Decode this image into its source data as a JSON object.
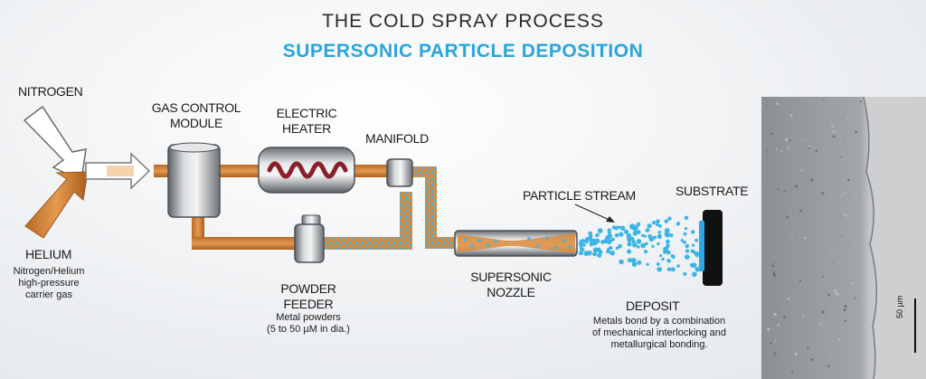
{
  "title": "THE COLD SPRAY PROCESS",
  "subtitle": "SUPERSONIC PARTICLE DEPOSITION",
  "colors": {
    "title": "#2a2a2a",
    "subtitle": "#29a6dc",
    "gas_pipe": "#d98a3a",
    "particles": "#3cb4e6",
    "heater_coil": "#8a1f2a",
    "substrate": "#111111",
    "deposit": "#2aa8e8"
  },
  "labels": {
    "nitrogen": "NITROGEN",
    "helium": "HELIUM",
    "helium_desc": [
      "Nitrogen/Helium",
      "high-pressure",
      "carrier gas"
    ],
    "gas_control": [
      "GAS CONTROL",
      "MODULE"
    ],
    "heater": [
      "ELECTRIC",
      "HEATER"
    ],
    "manifold": "MANIFOLD",
    "powder_feeder": [
      "POWDER",
      "FEEDER"
    ],
    "powder_desc": [
      "Metal powders",
      "(5 to 50 µM in dia.)"
    ],
    "nozzle": [
      "SUPERSONIC",
      "NOZZLE"
    ],
    "particle_stream": "PARTICLE STREAM",
    "substrate": "SUBSTRATE",
    "deposit": "DEPOSIT",
    "deposit_desc": [
      "Metals bond by a combination",
      "of mechanical interlocking and",
      "metallurgical bonding."
    ],
    "scale_bar": "50 µm"
  },
  "icons": {
    "nitrogen_arrow": "white-arrow-icon",
    "helium_arrow": "orange-arrow-icon",
    "flow_arrow": "flow-arrow-icon"
  }
}
